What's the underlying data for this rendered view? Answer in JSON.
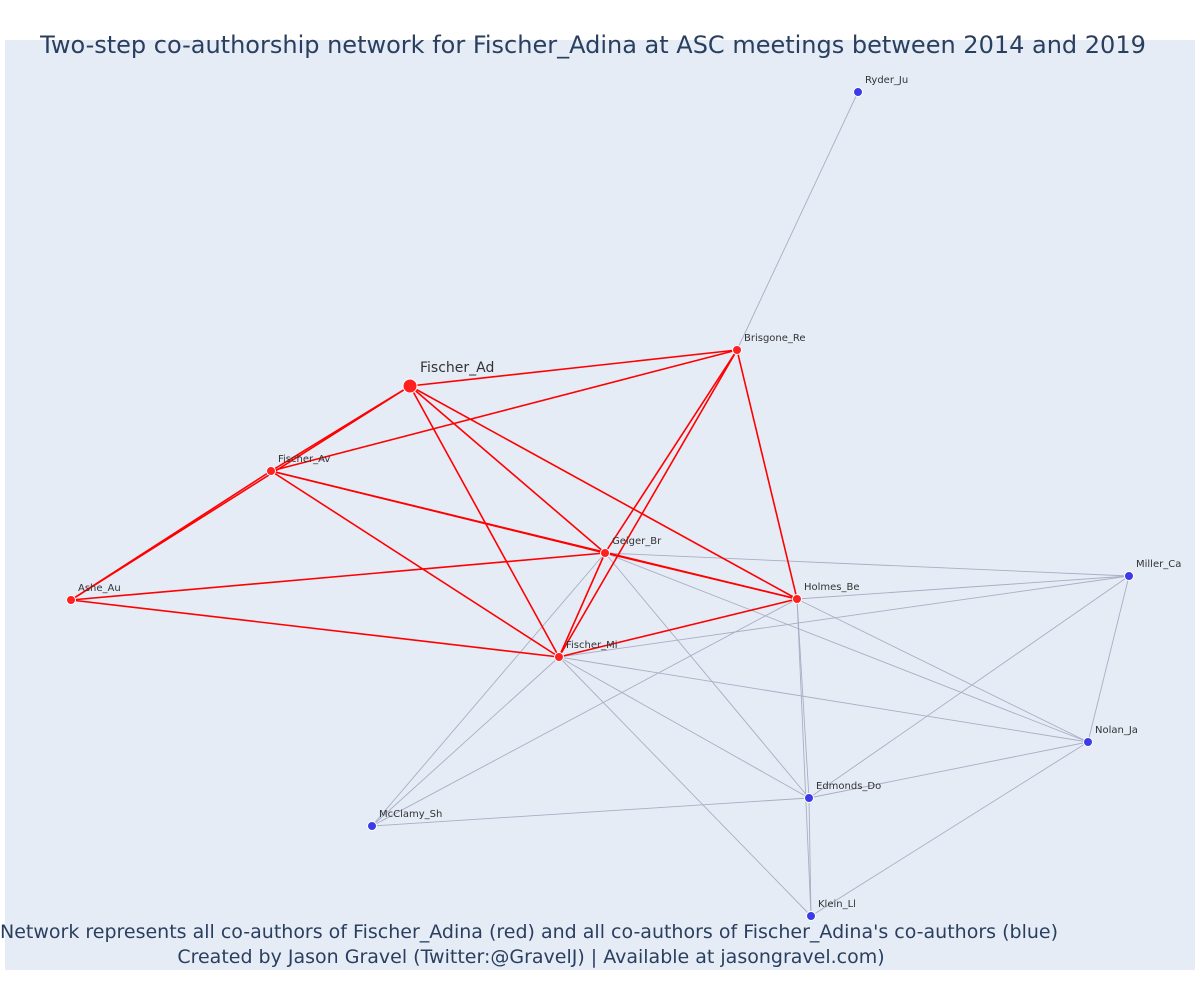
{
  "chart": {
    "title": "Two-step co-authorship network for Fischer_Adina at ASC meetings between 2014 and 2019",
    "caption_line1": "Network represents all co-authors of Fischer_Adina (red) and all co-authors of Fischer_Adina's co-authors (blue)",
    "caption_line2": "Created by Jason Gravel (Twitter:@GravelJ) | Available at jasongravel.com)"
  },
  "colors": {
    "background": "#e5ecf6",
    "direct_coauthor": "#ff2020",
    "second_step_coauthor": "#3b3be8",
    "direct_edge": "#ff0000",
    "second_step_edge": "#a9aec4",
    "node_outline": "#ffffff"
  },
  "chart_data": {
    "type": "network",
    "focal_author": "Fischer_Ad",
    "nodes": [
      {
        "id": "Fischer_Ad",
        "label": "Fischer_Ad",
        "group": "direct",
        "focal": true
      },
      {
        "id": "Brisgone_Re",
        "label": "Brisgone_Re",
        "group": "direct"
      },
      {
        "id": "Fischer_Av",
        "label": "Fischer_Av",
        "group": "direct"
      },
      {
        "id": "Geiger_Br",
        "label": "Geiger_Br",
        "group": "direct"
      },
      {
        "id": "Ashe_Au",
        "label": "Ashe_Au",
        "group": "direct"
      },
      {
        "id": "Holmes_Be",
        "label": "Holmes_Be",
        "group": "direct"
      },
      {
        "id": "Fischer_Mi",
        "label": "Fischer_Mi",
        "group": "direct"
      },
      {
        "id": "Ryder_Ju",
        "label": "Ryder_Ju",
        "group": "second"
      },
      {
        "id": "Miller_Ca",
        "label": "Miller_Ca",
        "group": "second"
      },
      {
        "id": "Nolan_Ja",
        "label": "Nolan_Ja",
        "group": "second"
      },
      {
        "id": "Edmonds_Do",
        "label": "Edmonds_Do",
        "group": "second"
      },
      {
        "id": "McClamy_Sh",
        "label": "McClamy_Sh",
        "group": "second"
      },
      {
        "id": "Klein_Ll",
        "label": "Klein_Ll",
        "group": "second"
      }
    ],
    "edges": [
      {
        "source": "Fischer_Ad",
        "target": "Brisgone_Re",
        "group": "direct"
      },
      {
        "source": "Fischer_Ad",
        "target": "Fischer_Av",
        "group": "direct"
      },
      {
        "source": "Fischer_Ad",
        "target": "Ashe_Au",
        "group": "direct"
      },
      {
        "source": "Fischer_Ad",
        "target": "Geiger_Br",
        "group": "direct"
      },
      {
        "source": "Fischer_Ad",
        "target": "Fischer_Mi",
        "group": "direct"
      },
      {
        "source": "Fischer_Ad",
        "target": "Holmes_Be",
        "group": "direct"
      },
      {
        "source": "Fischer_Av",
        "target": "Brisgone_Re",
        "group": "direct"
      },
      {
        "source": "Fischer_Av",
        "target": "Ashe_Au",
        "group": "direct"
      },
      {
        "source": "Fischer_Av",
        "target": "Geiger_Br",
        "group": "direct"
      },
      {
        "source": "Fischer_Av",
        "target": "Holmes_Be",
        "group": "direct"
      },
      {
        "source": "Fischer_Av",
        "target": "Fischer_Mi",
        "group": "direct"
      },
      {
        "source": "Ashe_Au",
        "target": "Geiger_Br",
        "group": "direct"
      },
      {
        "source": "Ashe_Au",
        "target": "Fischer_Mi",
        "group": "direct"
      },
      {
        "source": "Brisgone_Re",
        "target": "Geiger_Br",
        "group": "direct"
      },
      {
        "source": "Brisgone_Re",
        "target": "Fischer_Mi",
        "group": "direct"
      },
      {
        "source": "Brisgone_Re",
        "target": "Holmes_Be",
        "group": "direct"
      },
      {
        "source": "Geiger_Br",
        "target": "Holmes_Be",
        "group": "direct"
      },
      {
        "source": "Fischer_Mi",
        "target": "Holmes_Be",
        "group": "direct"
      },
      {
        "source": "Fischer_Mi",
        "target": "Geiger_Br",
        "group": "direct"
      },
      {
        "source": "Ryder_Ju",
        "target": "Brisgone_Re",
        "group": "second"
      },
      {
        "source": "Geiger_Br",
        "target": "Miller_Ca",
        "group": "second"
      },
      {
        "source": "Geiger_Br",
        "target": "Nolan_Ja",
        "group": "second"
      },
      {
        "source": "Geiger_Br",
        "target": "Edmonds_Do",
        "group": "second"
      },
      {
        "source": "Geiger_Br",
        "target": "McClamy_Sh",
        "group": "second"
      },
      {
        "source": "Holmes_Be",
        "target": "Miller_Ca",
        "group": "second"
      },
      {
        "source": "Holmes_Be",
        "target": "Nolan_Ja",
        "group": "second"
      },
      {
        "source": "Holmes_Be",
        "target": "Edmonds_Do",
        "group": "second"
      },
      {
        "source": "Holmes_Be",
        "target": "McClamy_Sh",
        "group": "second"
      },
      {
        "source": "Holmes_Be",
        "target": "Klein_Ll",
        "group": "second"
      },
      {
        "source": "Fischer_Mi",
        "target": "Miller_Ca",
        "group": "second"
      },
      {
        "source": "Fischer_Mi",
        "target": "Nolan_Ja",
        "group": "second"
      },
      {
        "source": "Fischer_Mi",
        "target": "Edmonds_Do",
        "group": "second"
      },
      {
        "source": "Fischer_Mi",
        "target": "McClamy_Sh",
        "group": "second"
      },
      {
        "source": "Fischer_Mi",
        "target": "Klein_Ll",
        "group": "second"
      },
      {
        "source": "Miller_Ca",
        "target": "Nolan_Ja",
        "group": "second"
      },
      {
        "source": "Miller_Ca",
        "target": "Edmonds_Do",
        "group": "second"
      },
      {
        "source": "Nolan_Ja",
        "target": "Edmonds_Do",
        "group": "second"
      },
      {
        "source": "Nolan_Ja",
        "target": "Klein_Ll",
        "group": "second"
      },
      {
        "source": "Edmonds_Do",
        "target": "McClamy_Sh",
        "group": "second"
      },
      {
        "source": "Edmonds_Do",
        "target": "Klein_Ll",
        "group": "second"
      }
    ]
  }
}
